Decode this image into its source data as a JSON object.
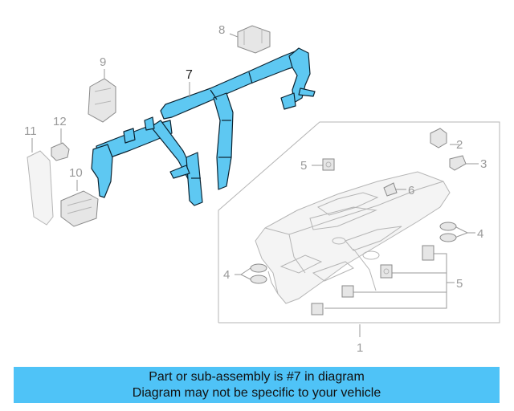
{
  "callouts": {
    "c1": "1",
    "c2": "2",
    "c3": "3",
    "c4a": "4",
    "c4b": "4",
    "c5a": "5",
    "c5b": "5",
    "c5c": "5",
    "c6": "6",
    "c7": "7",
    "c8": "8",
    "c9": "9",
    "c10": "10",
    "c11": "11",
    "c12": "12"
  },
  "banner": {
    "line1": "Part or sub-assembly is #7 in diagram",
    "line2": "Diagram may not be specific to your vehicle"
  },
  "colors": {
    "highlight": "#4fc3f7",
    "part_fill": "#5ec8f2",
    "line_gray": "#b5b5b5"
  }
}
